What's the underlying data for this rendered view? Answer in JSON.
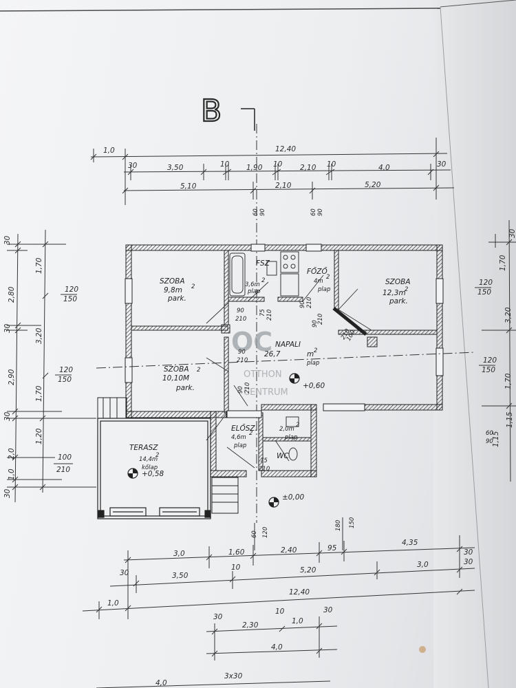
{
  "section_mark": "B",
  "top_dims": {
    "left_overhang": "1,0",
    "total": "12,40",
    "row2": [
      "30",
      "3,50",
      "10",
      "1,90",
      "10",
      "2,10",
      "10",
      "4,0",
      "30"
    ],
    "row3": [
      "5,10",
      "2,10",
      "5,20"
    ]
  },
  "top_small": [
    "60",
    "90",
    "60",
    "90"
  ],
  "rooms": {
    "szoba1": {
      "name": "SZOBA",
      "area": "9,8m",
      "sup": "2",
      "floor": "park."
    },
    "szoba2": {
      "name": "SZOBA",
      "area": "12,3m",
      "sup": "2",
      "floor": "park."
    },
    "szoba3": {
      "name": "SZOBA",
      "sup": "2",
      "area": "10,10M",
      "floor": "park."
    },
    "fsz": {
      "name": "FSZ",
      "area": "3,6m",
      "sup": "2",
      "floor": "plap"
    },
    "fozo": {
      "name": "FŐZŐ",
      "area": "4m",
      "sup": "2",
      "floor": "plap"
    },
    "nappali": {
      "name": "NAPALI",
      "area": "26,7",
      "unit": "m",
      "sup": "2",
      "floor": "plap"
    },
    "elosz": {
      "name": "ELŐSZ.",
      "area": "4,6m",
      "sup": "2",
      "floor": "plap"
    },
    "wc_area": {
      "area": "2,0m",
      "sup": "2",
      "floor": "plap"
    },
    "wc": {
      "name": "WC"
    },
    "terasz": {
      "name": "TERASZ",
      "area": "14,4m",
      "sup": "2",
      "floor": "kőlap"
    }
  },
  "door_labels": [
    "90",
    "210",
    "75",
    "210",
    "90",
    "210",
    "90",
    "210",
    "90",
    "210",
    "100",
    "210",
    "75",
    "210",
    "90",
    "210"
  ],
  "level_labels": [
    "+0,60",
    "+0,58",
    "±0,00"
  ],
  "window_labels": [
    [
      "120",
      "150"
    ],
    [
      "120",
      "150"
    ],
    [
      "120",
      "150"
    ],
    [
      "120",
      "150"
    ],
    [
      "100",
      "210"
    ]
  ],
  "left_dims": [
    "30",
    "1,70",
    "2,80",
    "30",
    "3,20",
    "2,90",
    "1,70",
    "30",
    "1,20",
    "2,0",
    "1,0",
    "30"
  ],
  "right_dims": [
    "30",
    "1,70",
    "3,20",
    "1,70",
    "1,15",
    "1,15"
  ],
  "right_small": [
    "60",
    "90"
  ],
  "bottom_dims": {
    "row1": [
      "3,0",
      "1,60",
      "2,40",
      "95",
      "4,35",
      "30"
    ],
    "row2": [
      "30",
      "3,50",
      "10",
      "5,20",
      "3,0",
      "30"
    ],
    "row3": [
      "1,0",
      "12,40"
    ],
    "row4": [
      "30",
      "2,30",
      "10",
      "1,0",
      "30"
    ],
    "row5": [
      "4,0"
    ],
    "row6": [
      "4,0",
      "3x30"
    ]
  },
  "mid_small": [
    "60",
    "120",
    "180",
    "150"
  ],
  "watermark": {
    "line1": "OTTHON",
    "line2": "CENTRUM"
  }
}
